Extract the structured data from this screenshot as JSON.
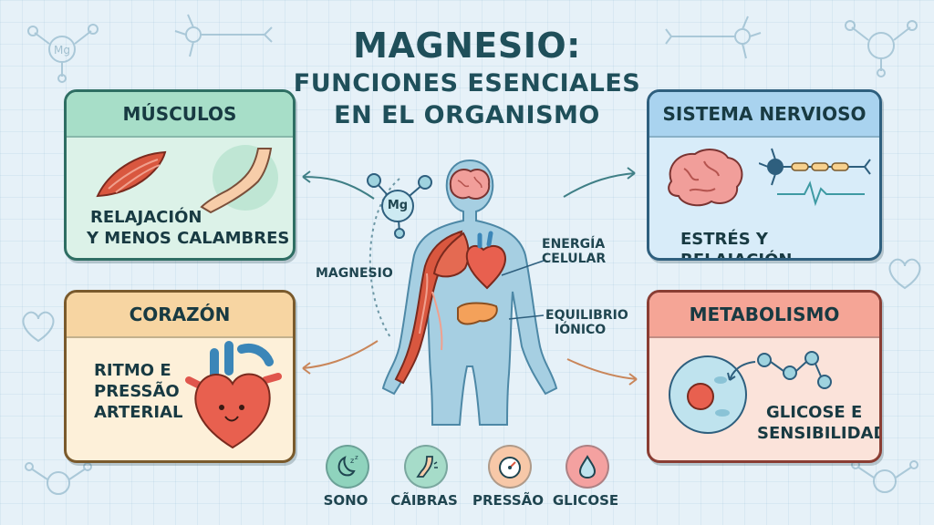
{
  "title": {
    "line1": "MAGNESIO:",
    "line2": "FUNCIONES ESENCIALES",
    "line3": "EN EL ORGANISMO"
  },
  "cards": {
    "musculos": {
      "heading": "MÚSCULOS",
      "line1": "RELAJACIÓN",
      "line2": "Y MENOS CALAMBRES"
    },
    "nervioso": {
      "heading": "SISTEMA NERVIOSO",
      "line1": "ESTRÉS Y RELAJACIÓN"
    },
    "corazon": {
      "heading": "CORAZÓN",
      "line1": "RITMO E",
      "line2": "PRESSÃO",
      "line3": "ARTERIAL"
    },
    "metabolismo": {
      "heading": "METABOLISMO",
      "line1": "GLICOSE E",
      "line2": "SENSIBILIDADE"
    }
  },
  "center": {
    "mg_badge": "Mg",
    "magnesio": "MAGNESIO",
    "energia1": "ENERGÍA",
    "energia2": "CELULAR",
    "equilibrio1": "EQUILIBRIO",
    "equilibrio2": "IÓNICO"
  },
  "bottom": [
    {
      "label": "SONO",
      "icon": "moon-sleep-icon",
      "color": "#8fd3bd"
    },
    {
      "label": "CÃIBRAS",
      "icon": "leg-cramp-icon",
      "color": "#a6dcc9"
    },
    {
      "label": "PRESSÃO",
      "icon": "gauge-icon",
      "color": "#f7c8a8"
    },
    {
      "label": "GLICOSE",
      "icon": "drop-icon",
      "color": "#f4a1a0"
    }
  ],
  "deco_badge": "Mg",
  "colors": {
    "muscle_red": "#d9573f",
    "body_blue": "#9ac7dc",
    "arrow": "#3f7f86"
  }
}
